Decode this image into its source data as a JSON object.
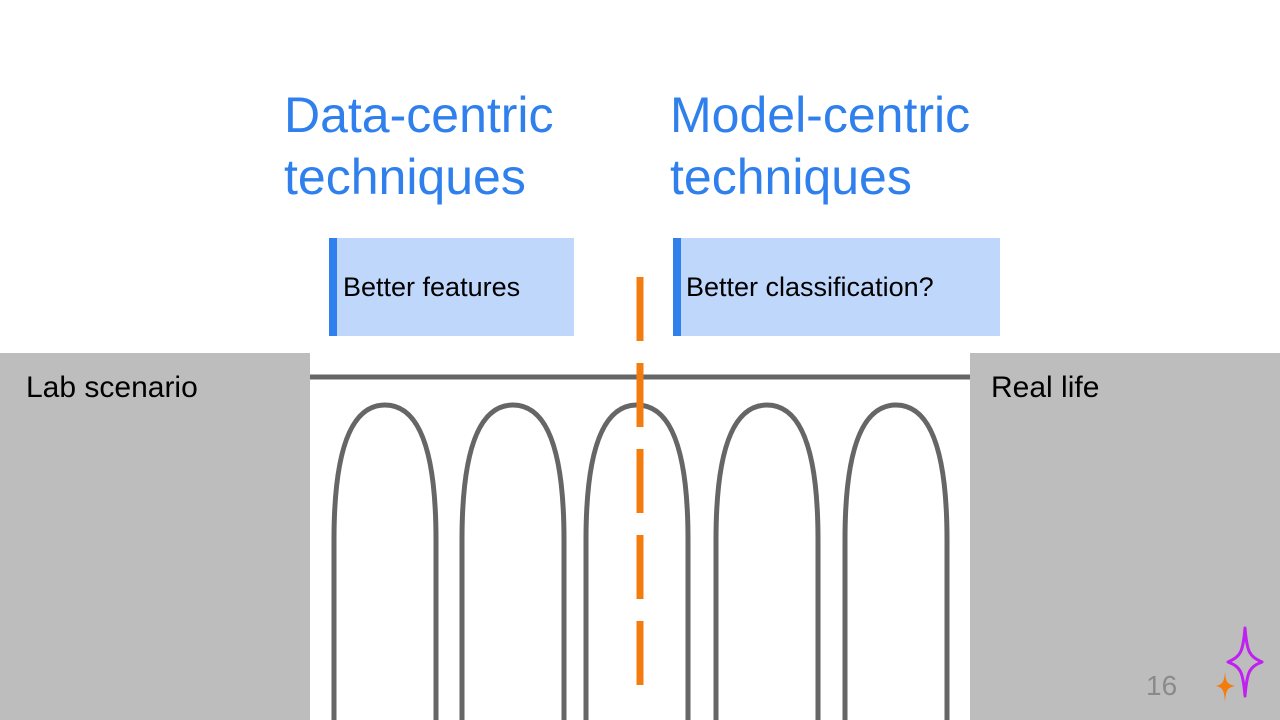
{
  "slide": {
    "headings": {
      "data_centric": "Data-centric techniques",
      "model_centric": "Model-centric techniques"
    },
    "callouts": {
      "features": "Better features",
      "classification": "Better classification?"
    },
    "panels": {
      "left": "Lab scenario",
      "right": "Real life"
    },
    "page_number": "16",
    "colors": {
      "accent_blue": "#2f80ed",
      "callout_fill": "#bfd7fb",
      "panel_gray": "#bdbdbd",
      "bridge_stroke": "#666666",
      "divider_orange": "#f47c0f",
      "logo_purple": "#c020f0",
      "logo_orange": "#f47c0f"
    },
    "icons": {
      "logo": "sparkle-star-icon"
    }
  }
}
